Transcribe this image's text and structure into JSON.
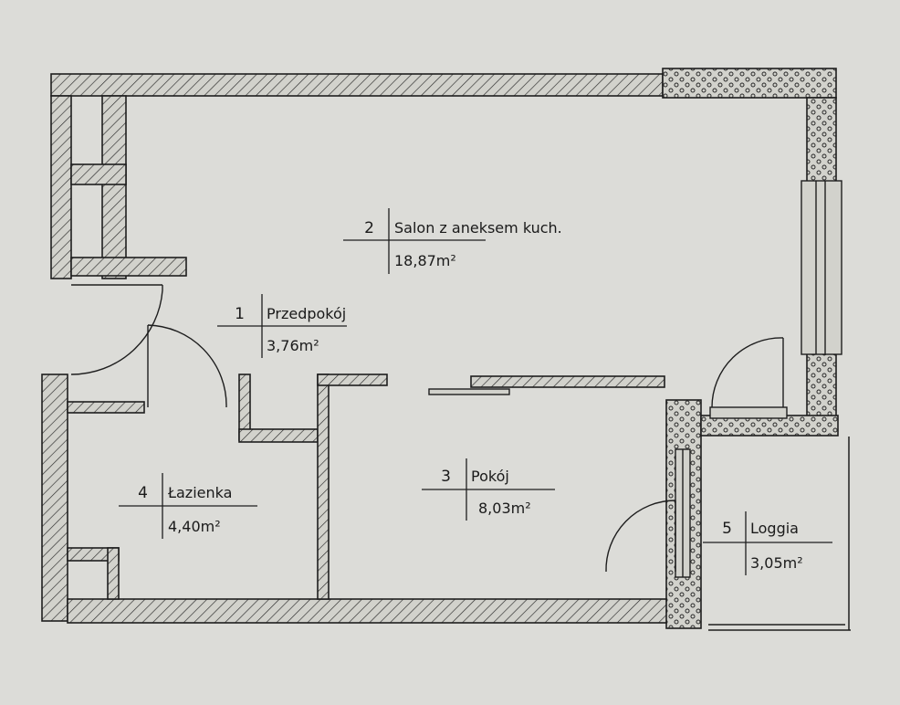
{
  "colors": {
    "paper": "#dcdcd8",
    "line": "#1e1e1e",
    "wall_fill": "#d2d2cc"
  },
  "rooms": [
    {
      "number": "1",
      "name": "Przedpokój",
      "area": "3,76m²"
    },
    {
      "number": "2",
      "name": "Salon z aneksem kuch.",
      "area": "18,87m²"
    },
    {
      "number": "3",
      "name": "Pokój",
      "area": "8,03m²"
    },
    {
      "number": "4",
      "name": "Łazienka",
      "area": "4,40m²"
    },
    {
      "number": "5",
      "name": "Loggia",
      "area": "3,05m²"
    }
  ]
}
